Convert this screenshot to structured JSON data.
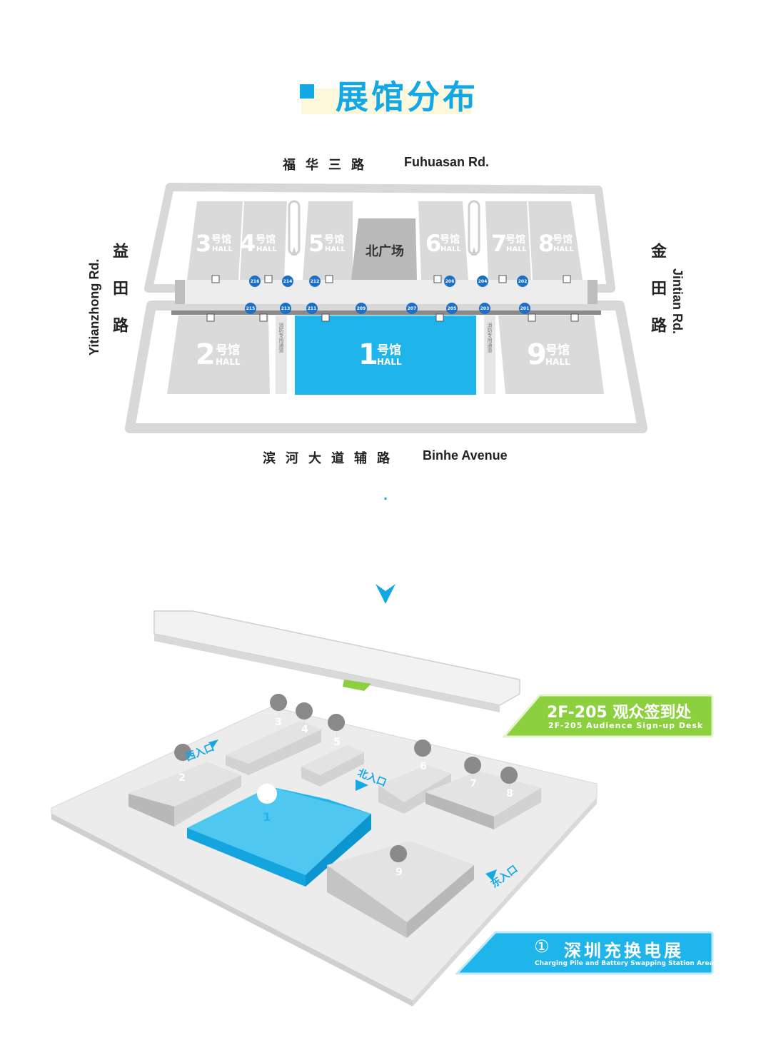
{
  "title": "展馆分布",
  "roads": {
    "north_cn": "福华三路",
    "north_en": "Fuhuasan Rd.",
    "south_cn": "滨河大道辅路",
    "south_en": "Binhe Avenue",
    "west_cn": "益田路",
    "west_en": "Yitianzhong Rd.",
    "east_cn": "金田路",
    "east_en": "Jintian Rd."
  },
  "halls": {
    "h1": {
      "num": "1",
      "cn": "号馆",
      "en": "HALL"
    },
    "h2": {
      "num": "2",
      "cn": "号馆",
      "en": "HALL"
    },
    "h3": {
      "num": "3",
      "cn": "号馆",
      "en": "HALL"
    },
    "h4": {
      "num": "4",
      "cn": "号馆",
      "en": "HALL"
    },
    "h5": {
      "num": "5",
      "cn": "号馆",
      "en": "HALL"
    },
    "h6": {
      "num": "6",
      "cn": "号馆",
      "en": "HALL"
    },
    "h7": {
      "num": "7",
      "cn": "号馆",
      "en": "HALL"
    },
    "h8": {
      "num": "8",
      "cn": "号馆",
      "en": "HALL"
    },
    "h9": {
      "num": "9",
      "cn": "号馆",
      "en": "HALL"
    }
  },
  "north_plaza": "北广场",
  "corridor": "消防专用通道",
  "room_codes": {
    "r216": "216",
    "r214": "214",
    "r212": "212",
    "r206": "206",
    "r204": "204",
    "r202": "202",
    "r215": "215",
    "r213": "213",
    "r211": "211",
    "r209": "209",
    "r207": "207",
    "r205": "205",
    "r203": "203",
    "r201": "201"
  },
  "entrances": {
    "west": "西入口",
    "north": "北入口",
    "east": "东入口"
  },
  "pins": {
    "p1": "1",
    "p2": "2",
    "p3": "3",
    "p4": "4",
    "p5": "5",
    "p6": "6",
    "p7": "7",
    "p8": "8",
    "p9": "9"
  },
  "signup": {
    "cn": "2F-205 观众签到处",
    "en": "2F-205 Audience Sign-up Desk"
  },
  "exhibit": {
    "num": "①",
    "cn": "深圳充换电展",
    "en": "Charging Pile and Battery Swapping Station Area"
  },
  "colors": {
    "accent": "#12a8e6",
    "hall1": "#1fb4ea",
    "green": "#8ccf3f",
    "gray": "#d9d9d9"
  }
}
